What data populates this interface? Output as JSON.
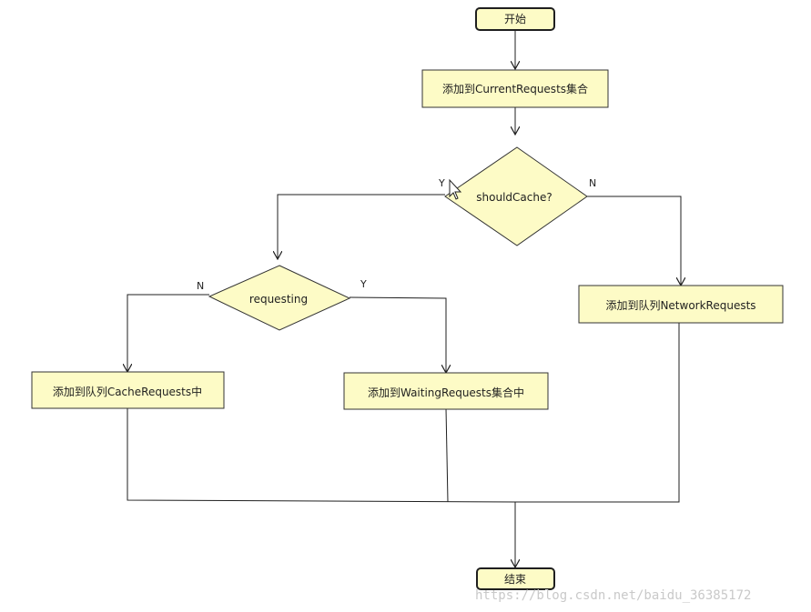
{
  "nodes": {
    "start": "开始",
    "add_current": "添加到CurrentRequests集合",
    "should_cache": "shouldCache?",
    "requesting": "requesting",
    "add_network": "添加到队列NetworkRequests",
    "add_cache": "添加到队列CacheRequests中",
    "add_waiting": "添加到WaitingRequests集合中",
    "end": "结束"
  },
  "edge_labels": {
    "should_cache_yes": "Y",
    "should_cache_no": "N",
    "requesting_no": "N",
    "requesting_yes": "Y"
  },
  "watermark": "https://blog.csdn.net/baidu_36385172",
  "colors": {
    "node_fill": "#fdfbc6",
    "stroke": "#1f1f1f"
  }
}
